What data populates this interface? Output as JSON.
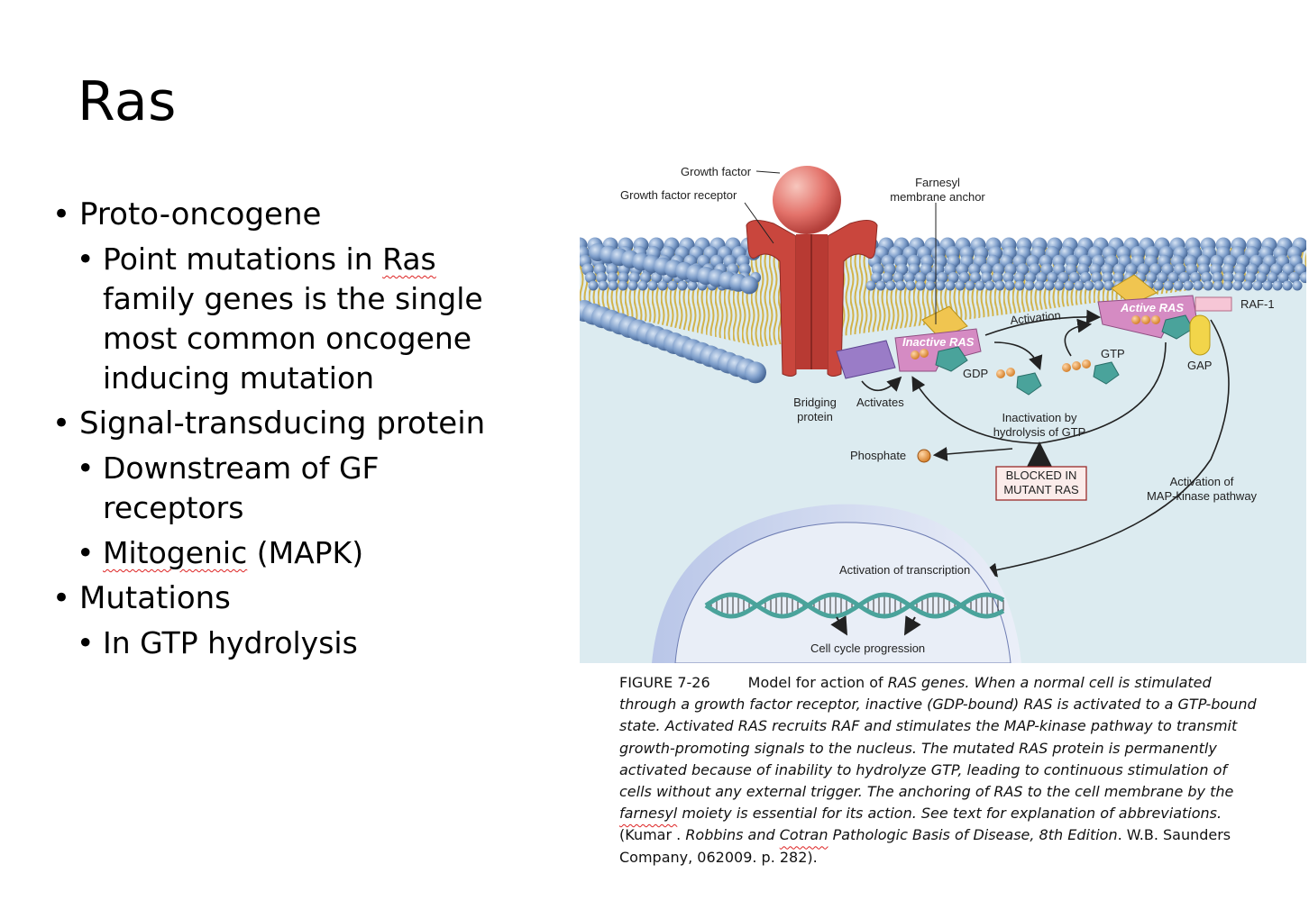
{
  "slide": {
    "title": "Ras"
  },
  "bullets": [
    {
      "text": "Proto-oncogene",
      "level": 1
    },
    {
      "text_parts": [
        "Point mutations in ",
        "Ras",
        " family genes is the single most common oncogene inducing mutation"
      ],
      "level": 2
    },
    {
      "text": "Signal-transducing protein",
      "level": 1
    },
    {
      "text": "Downstream of GF receptors",
      "level": 2
    },
    {
      "text_parts": [
        "Mitogenic",
        " (MAPK)"
      ],
      "level": 2
    },
    {
      "text": "Mutations",
      "level": 1
    },
    {
      "text": "In GTP hydrolysis",
      "level": 2
    }
  ],
  "diagram": {
    "labels": {
      "growth_factor": "Growth factor",
      "growth_factor_receptor": "Growth factor receptor",
      "farnesyl_line1": "Farnesyl",
      "farnesyl_line2": "membrane anchor",
      "inactive_ras": "Inactive RAS",
      "active_ras": "Active RAS",
      "raf1": "RAF-1",
      "activation": "Activation",
      "gtp": "GTP",
      "gdp": "GDP",
      "gap": "GAP",
      "bridging_line1": "Bridging",
      "bridging_line2": "protein",
      "activates": "Activates",
      "inactivation_line1": "Inactivation by",
      "inactivation_line2": "hydrolysis of GTP",
      "phosphate": "Phosphate",
      "blocked_line1": "BLOCKED IN",
      "blocked_line2": "MUTANT RAS",
      "mapk_line1": "Activation of",
      "mapk_line2": "MAP-kinase pathway",
      "transcription": "Activation of transcription",
      "cell_cycle": "Cell cycle progression"
    },
    "colors": {
      "background": "#dcebf0",
      "lipid_head": "#7f9fcb",
      "receptor": "#c9463d",
      "ras": "#d58bc3",
      "growth_factor": "#e3726a",
      "dna": "#4aa39b"
    }
  },
  "caption": {
    "figure_number": "FIGURE 7-26",
    "text_plain_start": "Model for action of ",
    "text_italic": "RAS genes. When a normal cell is stimulated through a growth factor receptor, inactive (GDP-bound) RAS is activated to a GTP-bound state. Activated RAS recruits RAF and stimulates the MAP-kinase pathway to transmit growth-promoting signals to the nucleus. The mutated RAS protein is permanently activated because of inability to hydrolyze GTP, leading to continuous stimulation of cells without any external trigger. The anchoring of RAS to the cell membrane by the ",
    "farnesyl": "farnesyl",
    "text_italic_end": " moiety is essential for its action. See text for explanation of abbreviations.",
    "citation_start": "(Kumar . ",
    "citation_italic_1": "Robbins and ",
    "citation_cotran": "Cotran",
    "citation_italic_2": " Pathologic Basis of Disease, 8th Edition",
    "citation_end": ". W.B. Saunders Company, 062009. p. 282)."
  }
}
